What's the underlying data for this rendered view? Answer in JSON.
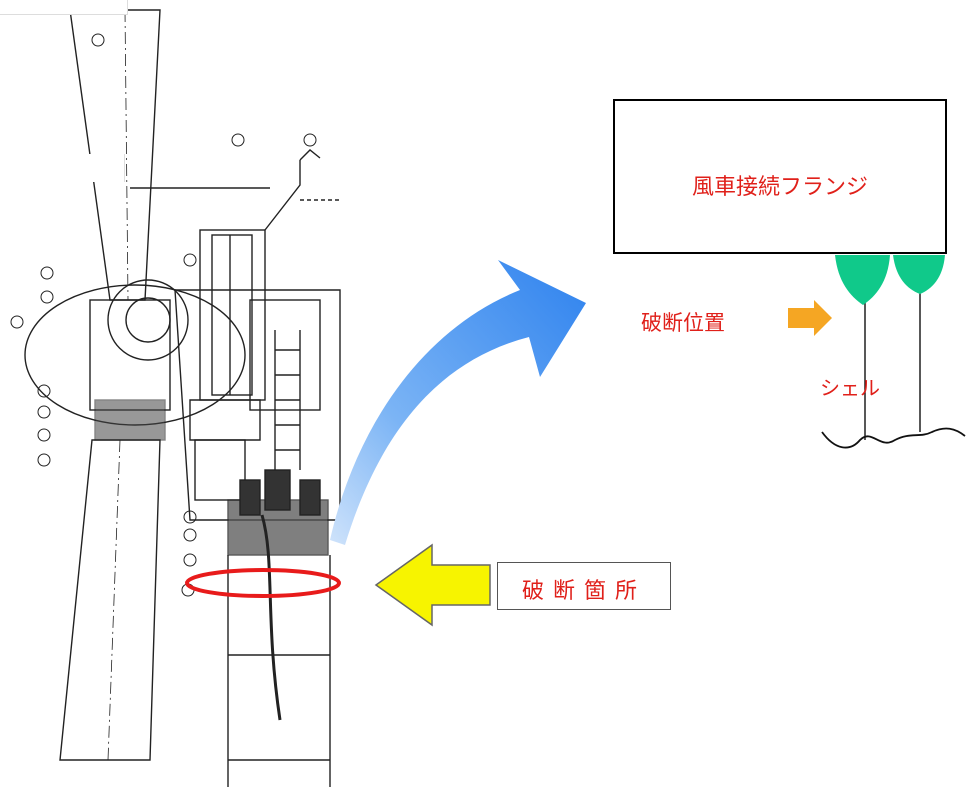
{
  "labels": {
    "flange": "風車接続フランジ",
    "break_position": "破断位置",
    "shell": "シェル",
    "break_location": "破断箇所"
  },
  "colors": {
    "label_red": "#e0201a",
    "weld_green": "#10c98a",
    "small_arrow_orange": "#f5a623",
    "big_arrow_yellow": "#f7f400",
    "curved_arrow_blue": "#3b8df2",
    "ellipse_red": "#e81b1b"
  }
}
